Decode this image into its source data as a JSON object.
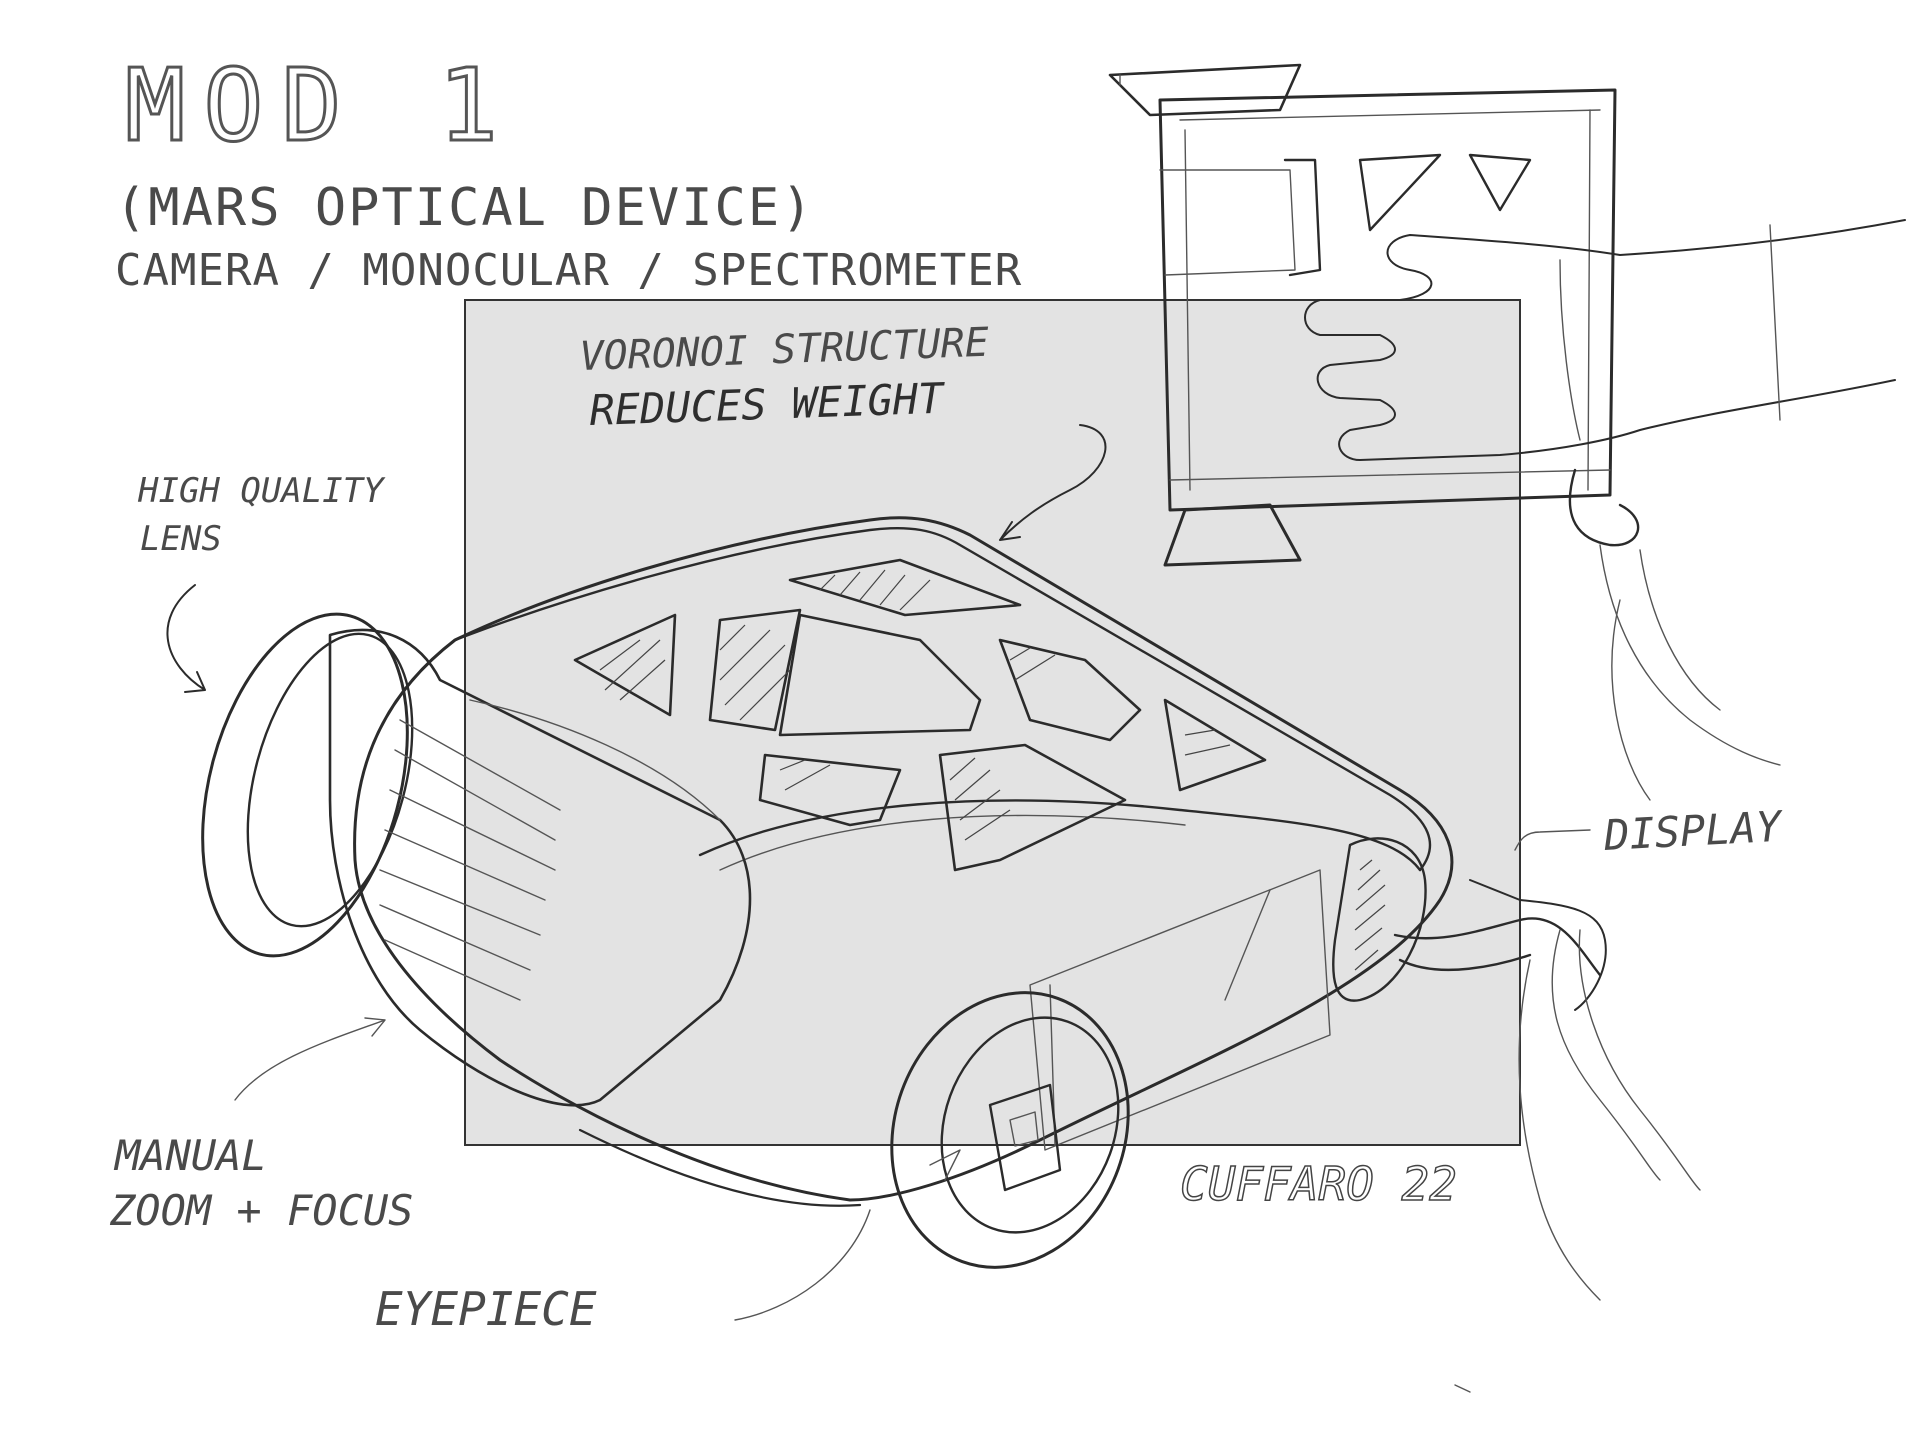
{
  "title": "MOD 1",
  "subtitle": "(MARS OPTICAL DEVICE)",
  "functions": "CAMERA / MONOCULAR / SPECTROMETER",
  "annotations": {
    "voronoi_line1": "VORONOI STRUCTURE",
    "voronoi_line2": "REDUCES WEIGHT",
    "lens_line1": "HIGH QUALITY",
    "lens_line2": "LENS",
    "display": "DISPLAY",
    "manual_line1": "MANUAL",
    "manual_line2": "ZOOM + FOCUS",
    "eyepiece": "EYEPIECE"
  },
  "signature": "CUFFARO 22",
  "colors": {
    "backdrop": "#e3e3e3",
    "ink": "#2b2b2b",
    "pencil": "#4a4a4a"
  }
}
